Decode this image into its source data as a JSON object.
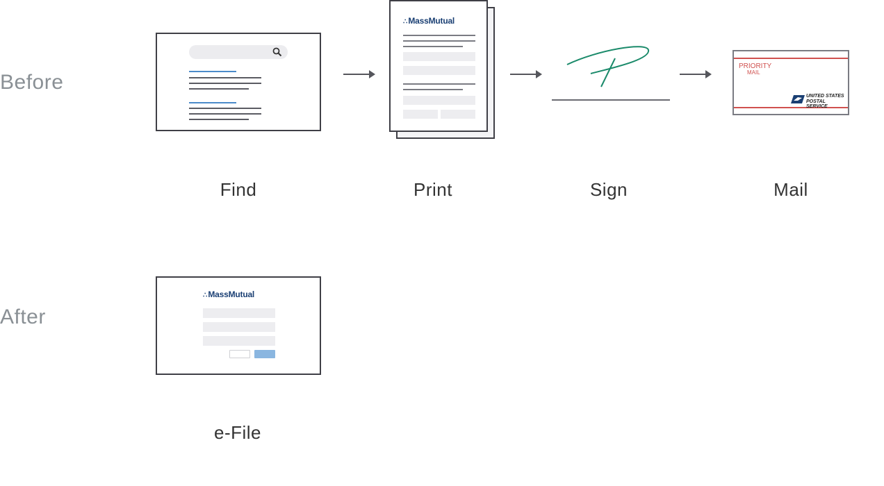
{
  "rows": {
    "before_label": "Before",
    "after_label": "After"
  },
  "steps": {
    "find": "Find",
    "print": "Print",
    "sign": "Sign",
    "mail": "Mail",
    "efile": "e-File"
  },
  "brand": {
    "logo_text": "MassMutual",
    "logo_dots": "∴"
  },
  "envelope": {
    "priority": "PRIORITY",
    "mail": "MAIL",
    "usps_line1": "UNITED STATES",
    "usps_line2": "POSTAL SERVICE"
  },
  "colors": {
    "signature": "#1a8a6a",
    "envelope_stripe": "#d0514f",
    "link_blue": "#4a8ac9",
    "button_blue": "#8ab6e0"
  }
}
